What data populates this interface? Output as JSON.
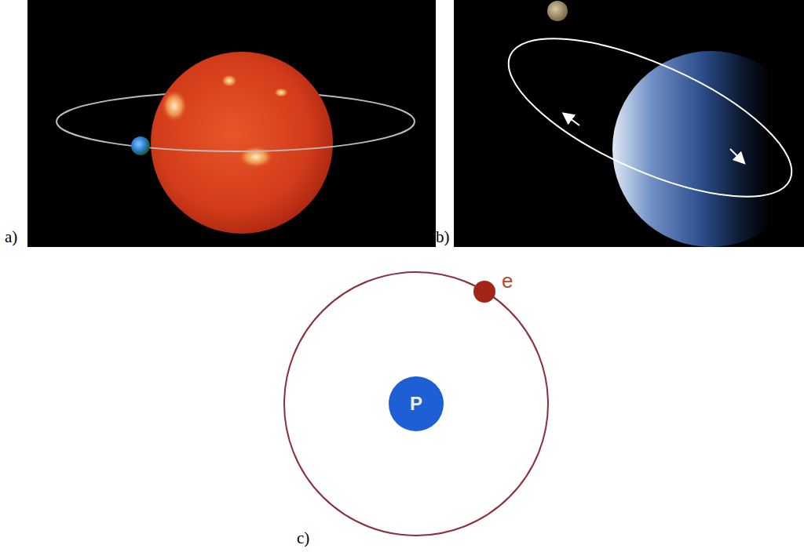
{
  "diagram": {
    "nodes": [
      {
        "text": [
          "P"
        ]
      },
      {
        "text": [
          "e"
        ]
      }
    ],
    "labels": [
      "a)",
      "b)",
      "c)"
    ]
  }
}
